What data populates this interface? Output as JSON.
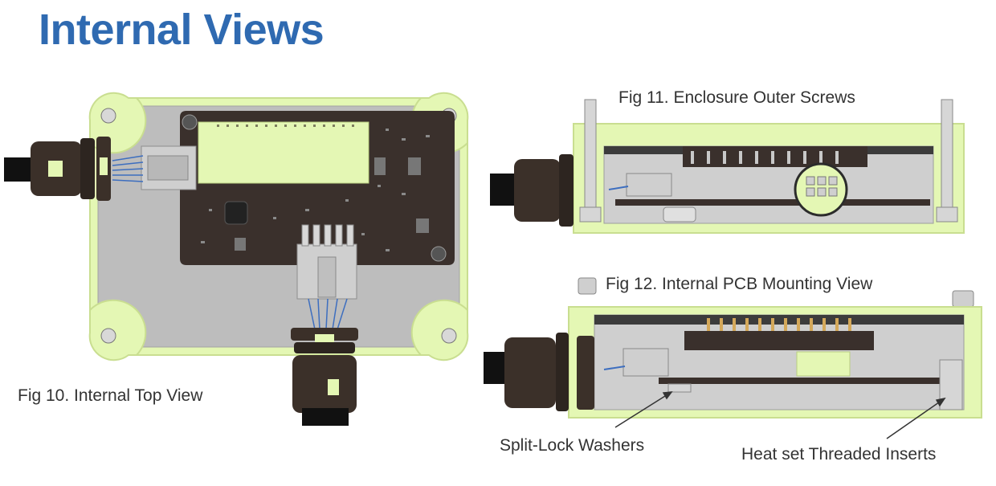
{
  "slide": {
    "title": "Internal Views"
  },
  "figures": {
    "fig10": "Fig 10. Internal Top View",
    "fig11": "Fig 11. Enclosure Outer Screws",
    "fig12": "Fig 12. Internal PCB Mounting View"
  },
  "callouts": {
    "split_lock": "Split-Lock Washers",
    "heat_set": "Heat set Threaded Inserts"
  },
  "colors": {
    "title": "#2f6ab1",
    "enclosure_highlight": "#e4f7b4",
    "pcb": "#3a302c",
    "gland": "#3b3029"
  }
}
